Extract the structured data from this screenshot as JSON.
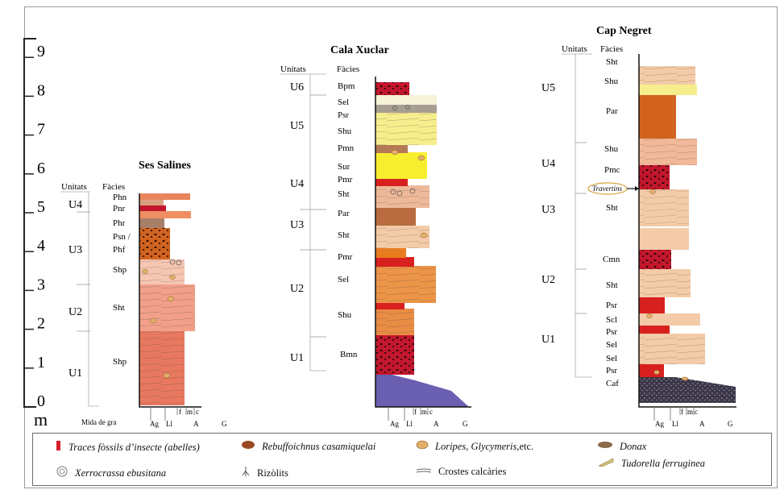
{
  "scale": {
    "ticks": [
      "0",
      "1",
      "2",
      "3",
      "4",
      "5",
      "6",
      "7",
      "8",
      "9"
    ],
    "unit": "m"
  },
  "columns": [
    {
      "title": "Ses Salines",
      "hdr_units": "Unitats",
      "hdr_facies": "Fàcies",
      "units": [
        "U4",
        "U3",
        "U2",
        "U1"
      ],
      "facies": [
        "Phn",
        "Pnr",
        "Phr",
        "Psn /",
        "Phf",
        "Shp",
        "Sht",
        "Shp"
      ],
      "grain_labels": [
        "Ag",
        "Ll",
        "f",
        "m",
        "c",
        "A",
        "G"
      ],
      "grain_caption": "Mida de gra"
    },
    {
      "title": "Cala Xuclar",
      "hdr_units": "Unitats",
      "hdr_facies": "Fàcies",
      "units": [
        "U6",
        "U5",
        "U4",
        "U3",
        "U2",
        "U1"
      ],
      "facies": [
        "Bpm",
        "Sel",
        "Psr",
        "Shu",
        "Pmn",
        "Sur",
        "Pmr",
        "Sht",
        "Par",
        "Sht",
        "Pmr",
        "Sel",
        "Shu",
        "Bmn"
      ],
      "grain_labels": [
        "Ag",
        "Ll",
        "f",
        "m",
        "c",
        "A",
        "G"
      ]
    },
    {
      "title": "Cap Negret",
      "hdr_units": "Unitats",
      "hdr_facies": "Fàcies",
      "units": [
        "U5",
        "U4",
        "U3",
        "U2",
        "U1"
      ],
      "facies": [
        "Sht",
        "Shu",
        "Par",
        "Shu",
        "Pmc",
        "Sht",
        "Cmn",
        "Sht",
        "Psr",
        "Scl",
        "Psr",
        "Sel",
        "Sel",
        "Psr",
        "Caf"
      ],
      "annotation": "Travertins",
      "grain_labels": [
        "Ag",
        "Ll",
        "f",
        "m",
        "c",
        "A",
        "G"
      ]
    }
  ],
  "legend": [
    {
      "label": "Traces fòssils d’insecte (abelles)",
      "italic": true,
      "icon": "insect-trace-icon",
      "color": "#d81f2a"
    },
    {
      "label": "Rebuffoichnus casamiquelai",
      "italic": true,
      "icon": "rebuffoichnus-icon",
      "color": "#9a4a22"
    },
    {
      "label": "Loripes, Glycymeris,",
      "suffix": " etc.",
      "italic": true,
      "icon": "loripes-shell-icon",
      "color": "#e3b06a"
    },
    {
      "label": "Donax",
      "italic": true,
      "icon": "donax-shell-icon",
      "color": "#8a6a4a"
    },
    {
      "label": "Xerrocrassa ebusitana",
      "italic": true,
      "icon": "xerrocrassa-snail-icon",
      "color": "#777777"
    },
    {
      "label": "Rizòlits",
      "italic": false,
      "icon": "rhizolith-icon",
      "color": "#555555"
    },
    {
      "label": "Crostes calcàries",
      "italic": false,
      "icon": "calcrete-crust-icon",
      "color": "#666666"
    },
    {
      "label": "Tudorella ferruginea",
      "italic": true,
      "icon": "tudorella-shell-icon",
      "color": "#d9c27a"
    }
  ],
  "colors": {
    "red_palaeosol": "#c2172c",
    "orange_palaeosol": "#d2631f",
    "peach_sand": "#f3c8a2",
    "salmon_sand": "#ea9d7f",
    "yellow_sand": "#f6ee8c",
    "brown_soil": "#b86c3f",
    "grey_beach": "#a79e92",
    "purple_basement": "#6a5fb0",
    "dark_basement": "#3b3748",
    "orange_sand": "#e98c44"
  }
}
